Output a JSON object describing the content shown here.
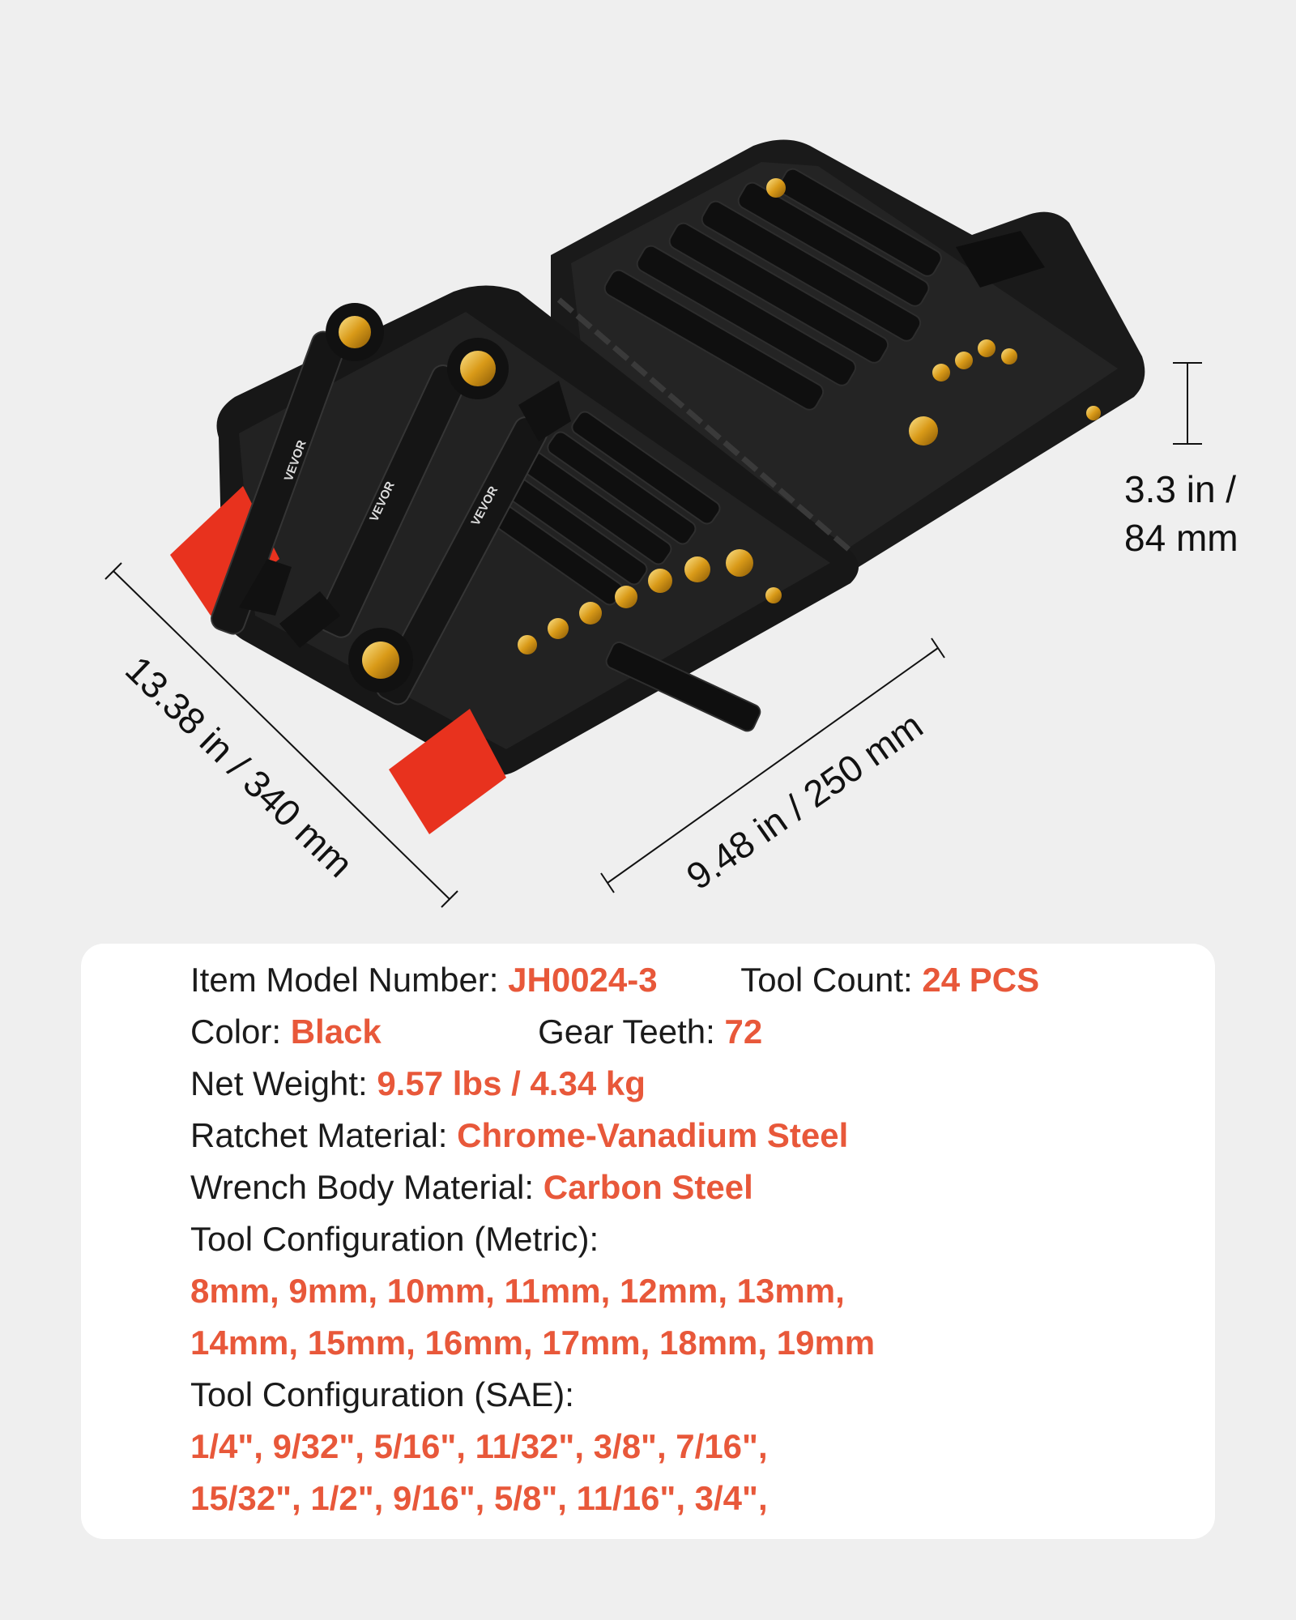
{
  "dimensions": {
    "height": "3.3 in /",
    "height_mm": "84 mm",
    "length": "13.38 in / 340 mm",
    "width": "9.48 in / 250 mm"
  },
  "brand_marks": [
    "VEVOR",
    "VEVOR",
    "VEVOR"
  ],
  "colors": {
    "accent": "#e8583a",
    "case": "#161616",
    "tab": "#e8321e"
  },
  "specs": {
    "model_label": "Item Model Number:",
    "model_value": "JH0024-3",
    "count_label": "Tool Count:",
    "count_value": "24 PCS",
    "color_label": "Color:",
    "color_value": "Black",
    "teeth_label": "Gear Teeth:",
    "teeth_value": "72",
    "weight_label": "Net Weight:",
    "weight_value": "9.57 lbs / 4.34 kg",
    "ratchet_label": "Ratchet Material:",
    "ratchet_value": "Chrome-Vanadium Steel",
    "body_label": "Wrench Body Material:",
    "body_value": "Carbon Steel",
    "metric_label": "Tool Configuration (Metric):",
    "metric_line1": "8mm, 9mm, 10mm, 11mm, 12mm, 13mm,",
    "metric_line2": "14mm, 15mm, 16mm, 17mm, 18mm, 19mm",
    "sae_label": "Tool Configuration (SAE):",
    "sae_line1": "1/4\", 9/32\", 5/16\", 11/32\", 3/8\", 7/16\",",
    "sae_line2": "15/32\", 1/2\", 9/16\", 5/8\", 11/16\", 3/4\","
  }
}
